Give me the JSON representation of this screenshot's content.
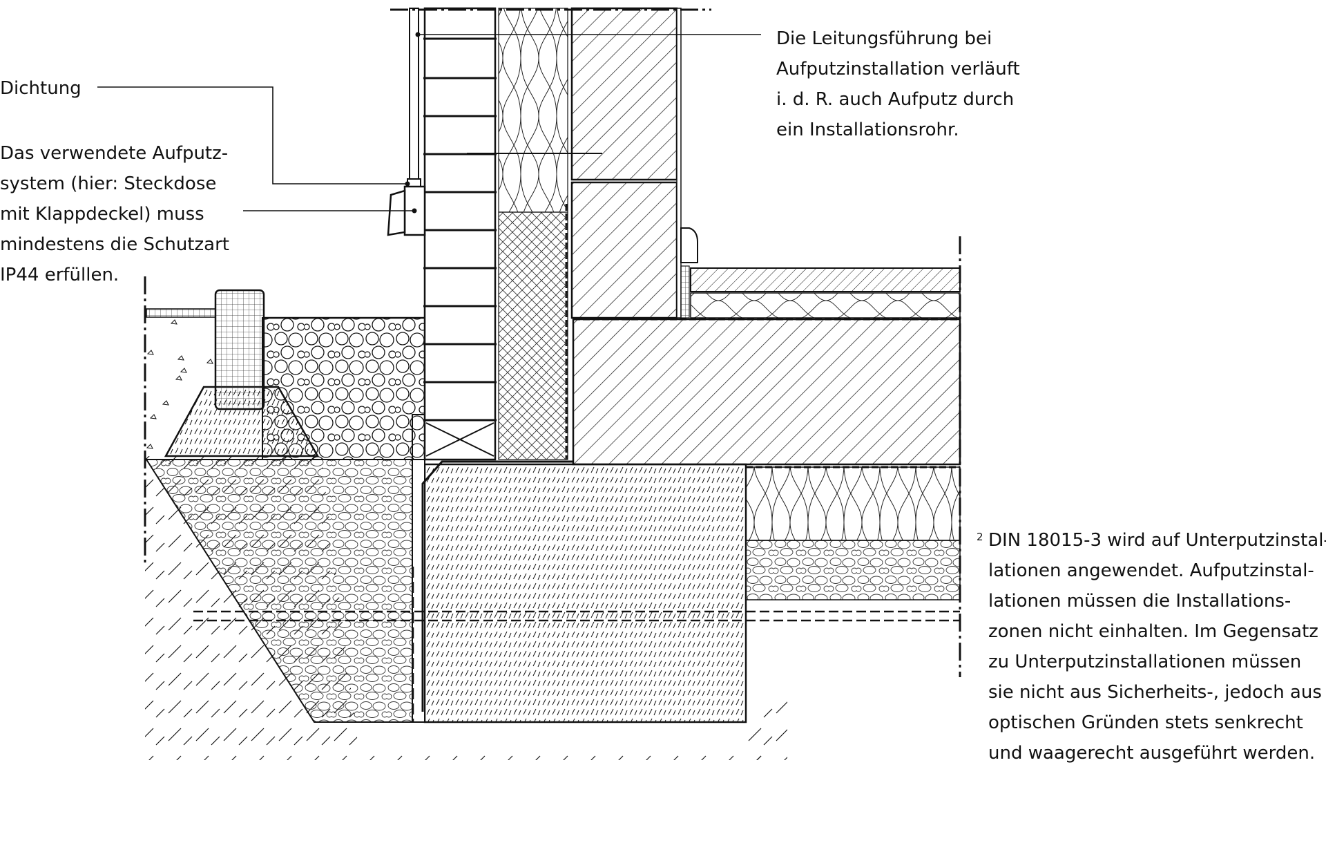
{
  "annotations": {
    "seal": "Dichtung",
    "system": [
      "Das verwendete Aufputz-",
      "system (hier: Steckdose",
      "mit Klappdeckel) muss",
      "mindestens die Schutzart",
      "IP44 erfüllen."
    ],
    "routing": [
      "Die Leitungsführung bei",
      "Aufputzinstallation verläuft",
      "i. d. R. auch Aufputz durch",
      "ein Installationsrohr."
    ]
  },
  "footnote": {
    "mark": "2",
    "lines": [
      "DIN 18015-3 wird auf Unterputzinstal-",
      "lationen angewendet. Aufputzinstal-",
      "lationen müssen die Installations-",
      "zonen nicht einhalten. Im Gegensatz",
      "zu Unterputzinstallationen müssen",
      "sie nicht aus Sicherheits-, jedoch aus",
      "optischen Gründen stets senkrecht",
      "und waagerecht ausgeführt werden."
    ]
  },
  "colors": {
    "ink": "#111111",
    "paper": "#ffffff"
  },
  "icons": [
    "socket-icon"
  ]
}
